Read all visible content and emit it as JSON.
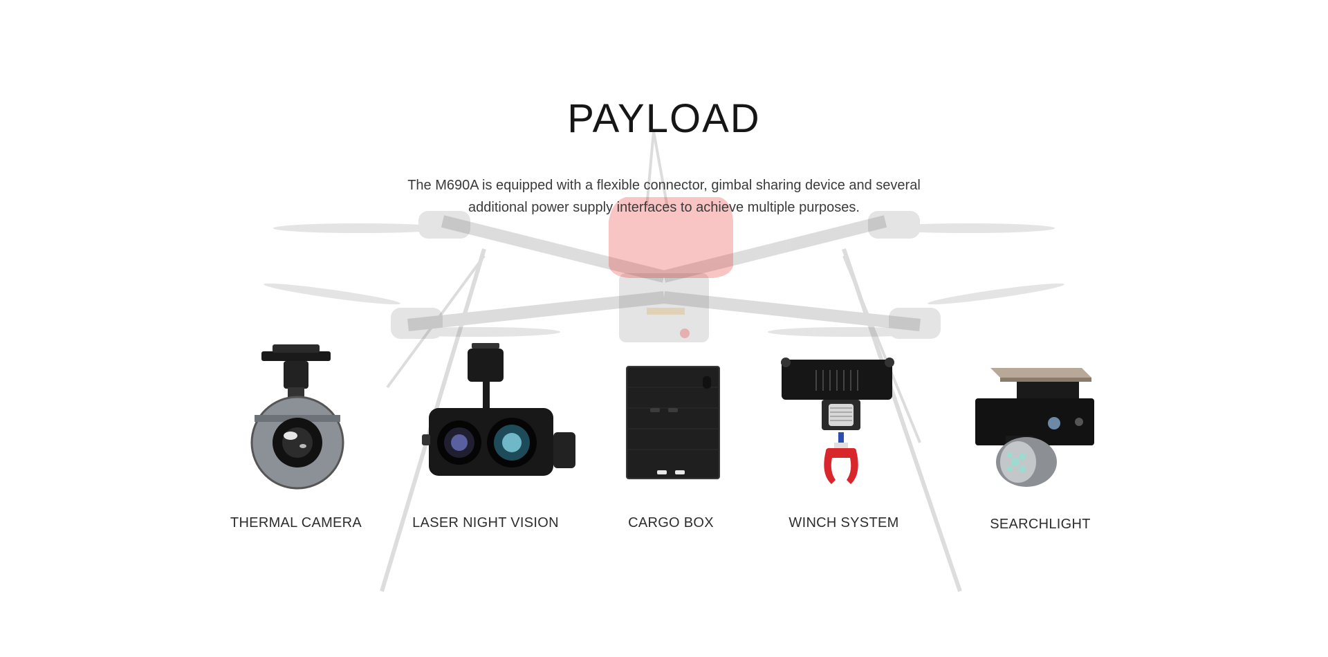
{
  "section": {
    "title": "PAYLOAD",
    "description_line1": "The M690A is equipped with a flexible connector, gimbal sharing device and several",
    "description_line2": "additional power supply interfaces to achieve multiple purposes."
  },
  "payloads": [
    {
      "label": "THERMAL CAMERA",
      "icon": "thermal-camera"
    },
    {
      "label": "LASER NIGHT VISION",
      "icon": "laser-night-vision-camera"
    },
    {
      "label": "CARGO BOX",
      "icon": "cargo-box"
    },
    {
      "label": "WINCH SYSTEM",
      "icon": "winch"
    },
    {
      "label": "SEARCHLIGHT",
      "icon": "searchlight"
    }
  ],
  "colors": {
    "title": "#161616",
    "text": "#3a3a3a",
    "drone_accent": "#e8302b",
    "background": "#ffffff"
  }
}
